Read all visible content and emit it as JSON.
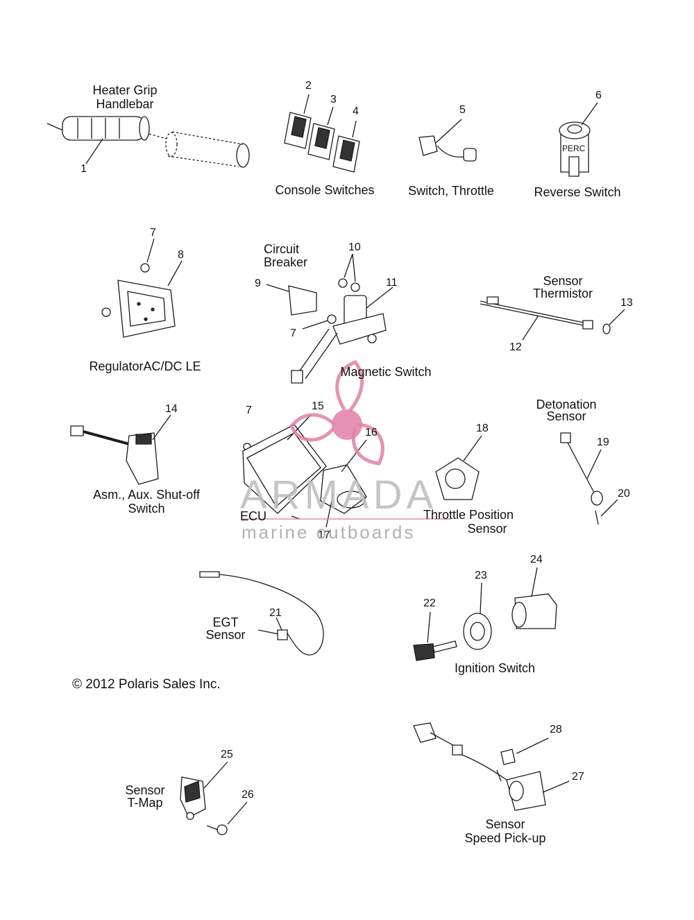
{
  "labels": {
    "heater_grip_1": "Heater Grip",
    "heater_grip_2": "Handlebar",
    "console_switches": "Console Switches",
    "switch_throttle": "Switch, Throttle",
    "reverse_switch": "Reverse Switch",
    "perc": "PERC",
    "regulator": "RegulatorAC/DC LE",
    "circuit_breaker_1": "Circuit",
    "circuit_breaker_2": "Breaker",
    "magnetic_switch": "Magnetic Switch",
    "sensor_thermistor_1": "Sensor",
    "sensor_thermistor_2": "Thermistor",
    "shutoff_1": "Asm., Aux. Shut-off",
    "shutoff_2": "Switch",
    "ecu": "ECU",
    "throttle_position_1": "Throttle Position",
    "throttle_position_2": "Sensor",
    "detonation_1": "Detonation",
    "detonation_2": "Sensor",
    "egt_1": "EGT",
    "egt_2": "Sensor",
    "ignition_switch": "Ignition Switch",
    "tmap_1": "Sensor",
    "tmap_2": "T-Map",
    "speed_pickup_1": "Sensor",
    "speed_pickup_2": "Speed Pick-up"
  },
  "callouts": {
    "n1": "1",
    "n2": "2",
    "n3": "3",
    "n4": "4",
    "n5": "5",
    "n6": "6",
    "n7a": "7",
    "n7b": "7",
    "n7c": "7",
    "n8": "8",
    "n9": "9",
    "n10": "10",
    "n11": "11",
    "n12": "12",
    "n13": "13",
    "n14": "14",
    "n15": "15",
    "n16": "16",
    "n17": "17",
    "n18": "18",
    "n19": "19",
    "n20": "20",
    "n21": "21",
    "n22": "22",
    "n23": "23",
    "n24": "24",
    "n25": "25",
    "n26": "26",
    "n27": "27",
    "n28": "28"
  },
  "copyright": "© 2012 Polaris Sales Inc.",
  "watermark": {
    "brand": "ARMADA",
    "sub": "marine outboards",
    "logo": "propeller-logo",
    "color": "#e27fa8"
  },
  "colors": {
    "line": "#1a1a1a",
    "fill": "#ffffff",
    "shade": "#cfcfcf"
  }
}
